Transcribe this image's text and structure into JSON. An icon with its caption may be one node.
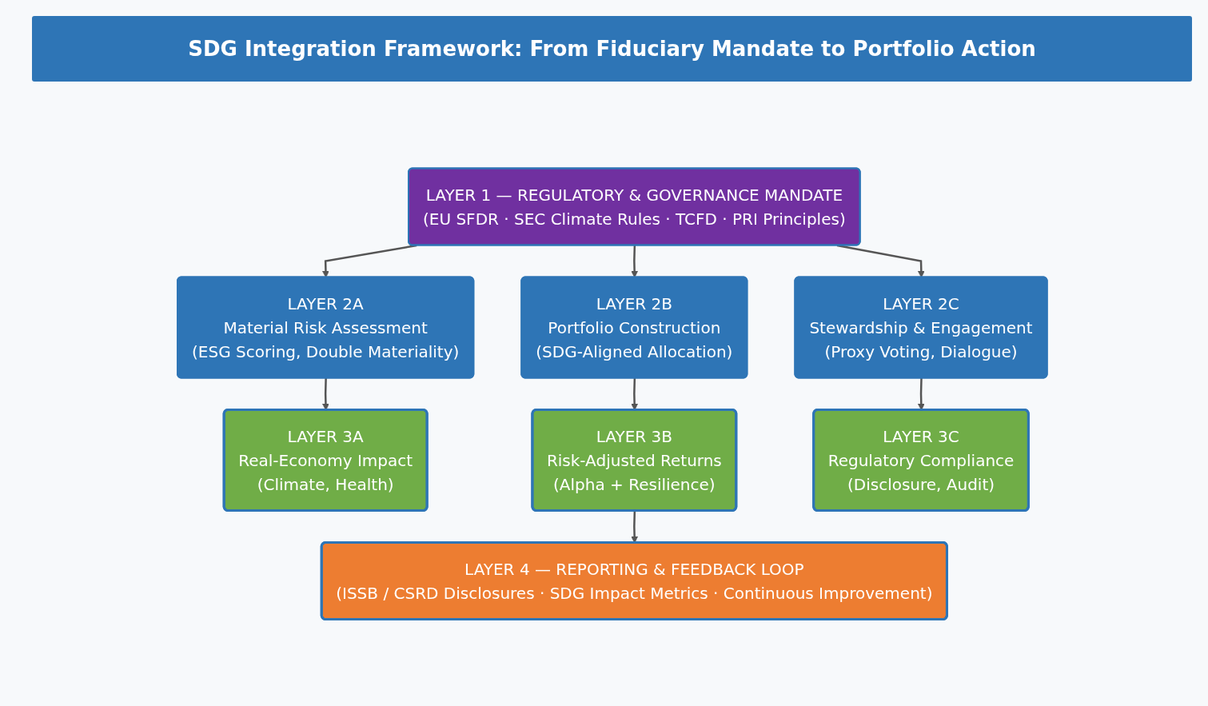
{
  "diagram": {
    "title": "SDG Integration Framework: From Fiduciary Mandate to Portfolio Action",
    "nodes": [
      {
        "text": [
          "LAYER 1 — REGULATORY & GOVERNANCE MANDATE",
          "(EU SFDR · SEC Climate Rules · TCFD · PRI Principles)"
        ]
      },
      {
        "text": [
          "LAYER 2A",
          "Material Risk Assessment",
          "(ESG Scoring, Double Materiality)"
        ]
      },
      {
        "text": [
          "LAYER 2B",
          "Portfolio Construction",
          "(SDG-Aligned Allocation)"
        ]
      },
      {
        "text": [
          "LAYER 2C",
          "Stewardship & Engagement",
          "(Proxy Voting, Dialogue)"
        ]
      },
      {
        "text": [
          "LAYER 3A",
          "Real-Economy Impact",
          "(Climate, Health)"
        ]
      },
      {
        "text": [
          "LAYER 3B",
          "Risk-Adjusted Returns",
          "(Alpha + Resilience)"
        ]
      },
      {
        "text": [
          "LAYER 3C",
          "Regulatory Compliance",
          "(Disclosure, Audit)"
        ]
      },
      {
        "text": [
          "LAYER 4 — REPORTING & FEEDBACK LOOP",
          "(ISSB / CSRD Disclosures · SDG Impact Metrics · Continuous Improvement)"
        ]
      }
    ],
    "edges": [
      {
        "from": 0,
        "to": 1,
        "arrow": "to"
      },
      {
        "from": 0,
        "to": 2,
        "arrow": "to"
      },
      {
        "from": 0,
        "to": 3,
        "arrow": "to"
      },
      {
        "from": 1,
        "to": 4,
        "arrow": "to"
      },
      {
        "from": 2,
        "to": 5,
        "arrow": "to"
      },
      {
        "from": 3,
        "to": 6,
        "arrow": "to"
      },
      {
        "from": 5,
        "to": 7,
        "arrow": "to"
      }
    ]
  }
}
